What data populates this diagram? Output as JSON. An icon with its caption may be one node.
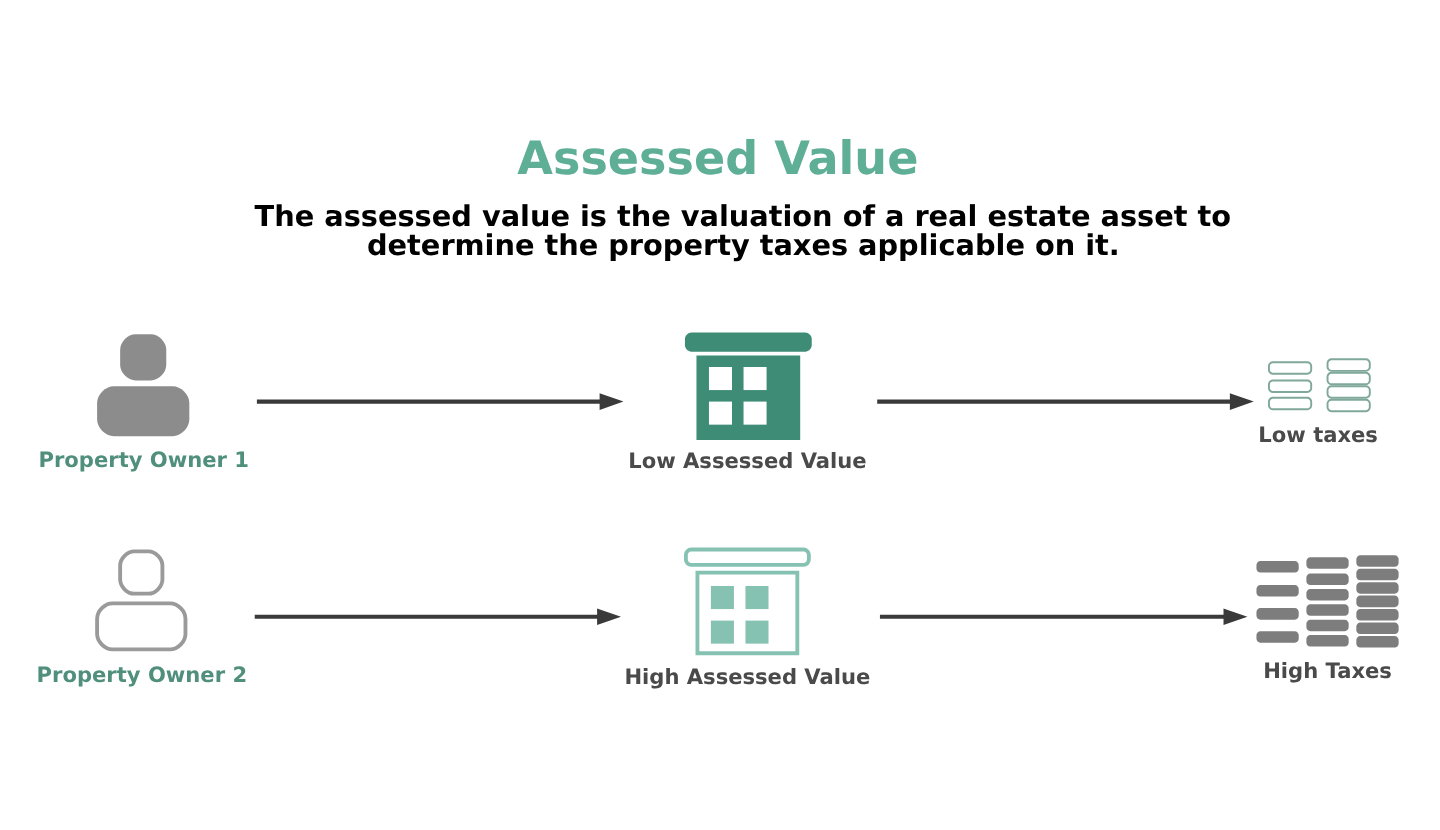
{
  "diagram": {
    "title": "Assessed Value",
    "nodes": [
      {
        "text": [],
        "shape": "person",
        "beside": [
          "Property Owner 1"
        ]
      },
      {
        "text": [],
        "shape": "picture",
        "beside": [
          "Low Assessed Value"
        ]
      },
      {
        "text": [],
        "shape": "picture",
        "beside": [
          "Low taxes"
        ]
      },
      {
        "text": [],
        "shape": "person",
        "beside": [
          "Property Owner 2"
        ]
      },
      {
        "text": [],
        "shape": "picture",
        "beside": [
          "High Assessed Value"
        ]
      },
      {
        "text": [],
        "shape": "picture",
        "beside": [
          "High Taxes"
        ]
      }
    ],
    "edges": [
      {
        "from": 0,
        "to": 1,
        "arrow": "to"
      },
      {
        "from": 1,
        "to": 2,
        "arrow": "to"
      },
      {
        "from": 3,
        "to": 4,
        "arrow": "to"
      },
      {
        "from": 4,
        "to": 5,
        "arrow": "to"
      }
    ],
    "labels": [
      "The assessed value is the valuation of a real estate asset to determine the property taxes applicable on it."
    ]
  }
}
